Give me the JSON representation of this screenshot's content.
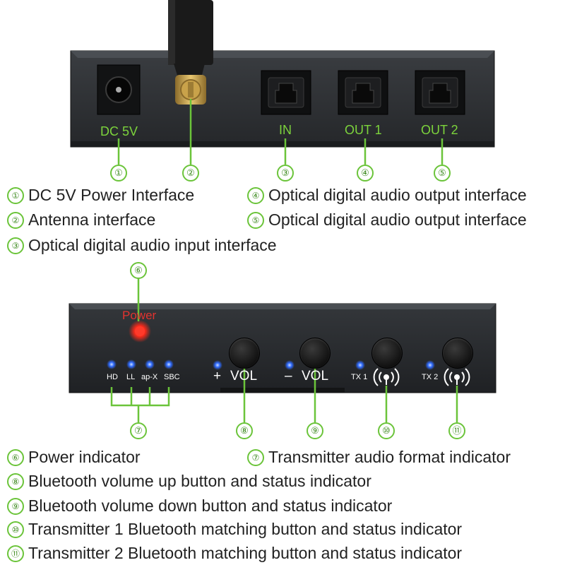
{
  "rear_panel": {
    "ports": [
      {
        "label": "DC 5V"
      },
      {
        "label": "IN"
      },
      {
        "label": "OUT 1"
      },
      {
        "label": "OUT 2"
      }
    ],
    "callouts": [
      "①",
      "②",
      "③",
      "④",
      "⑤"
    ]
  },
  "rear_legend": [
    {
      "num": "①",
      "text": "DC 5V Power Interface"
    },
    {
      "num": "②",
      "text": "Antenna interface"
    },
    {
      "num": "③",
      "text": "Optical digital audio input interface"
    },
    {
      "num": "④",
      "text": "Optical digital audio output interface"
    },
    {
      "num": "⑤",
      "text": "Optical digital audio output interface"
    }
  ],
  "front_panel": {
    "power_label": "Power",
    "format_leds": [
      "HD",
      "LL",
      "ap-X",
      "SBC"
    ],
    "vol_up": {
      "sign": "+",
      "label": "VOL"
    },
    "vol_down": {
      "sign": "–",
      "label": "VOL"
    },
    "tx1_label": "TX 1",
    "tx2_label": "TX 2",
    "callouts": [
      "⑥",
      "⑦",
      "⑧",
      "⑨",
      "⑩",
      "⑪"
    ]
  },
  "front_legend": [
    {
      "num": "⑥",
      "text": "Power indicator"
    },
    {
      "num": "⑦",
      "text": "Transmitter audio format indicator"
    },
    {
      "num": "⑧",
      "text": "Bluetooth volume up button and status indicator"
    },
    {
      "num": "⑨",
      "text": "Bluetooth volume down button and status indicator"
    },
    {
      "num": "⑩",
      "text": "Transmitter 1 Bluetooth matching button and status indicator"
    },
    {
      "num": "⑪",
      "text": "Transmitter 2 Bluetooth matching button and status indicator"
    }
  ],
  "colors": {
    "accent_green": "#6bc43a",
    "panel": "#2c2f33",
    "led_blue": "#2f6bff",
    "led_red": "#ff2a2a"
  }
}
